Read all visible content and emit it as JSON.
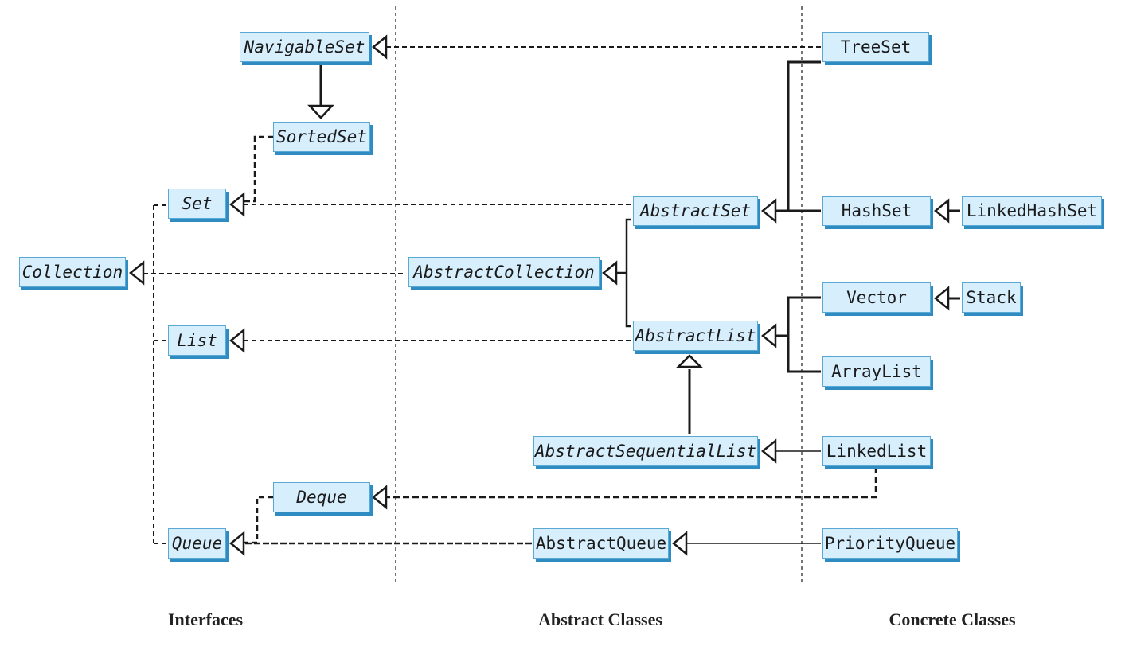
{
  "interfaces": {
    "collection": "Collection",
    "set": "Set",
    "sorted_set": "SortedSet",
    "navigable_set": "NavigableSet",
    "list": "List",
    "queue": "Queue",
    "deque": "Deque"
  },
  "abstract_classes": {
    "abstract_collection": "AbstractCollection",
    "abstract_set": "AbstractSet",
    "abstract_list": "AbstractList",
    "abstract_sequential_list": "AbstractSequentialList",
    "abstract_queue": "AbstractQueue"
  },
  "concrete_classes": {
    "tree_set": "TreeSet",
    "hash_set": "HashSet",
    "linked_hash_set": "LinkedHashSet",
    "vector": "Vector",
    "stack": "Stack",
    "array_list": "ArrayList",
    "linked_list": "LinkedList",
    "priority_queue": "PriorityQueue"
  },
  "captions": {
    "interfaces": "Interfaces",
    "abstract_classes": "Abstract Classes",
    "concrete_classes": "Concrete Classes"
  },
  "colors": {
    "box_fill": "#d7eefc",
    "box_border": "#5aa9d4",
    "box_shadow": "#2f8cc2",
    "line": "#1a1a1a"
  }
}
